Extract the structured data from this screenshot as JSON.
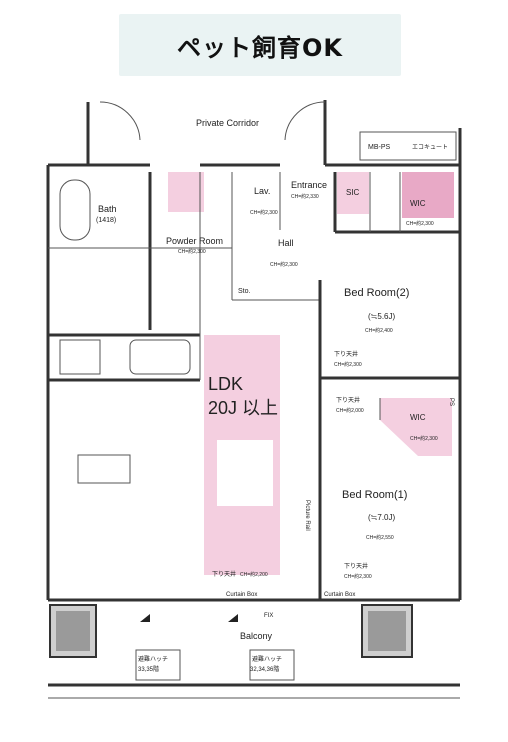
{
  "banner": {
    "text": "ペット飼育OK"
  },
  "plan": {
    "corridor": "Private Corridor",
    "mbps": "MB-PS",
    "mbps_note": "エコキュート",
    "entrance": "Entrance",
    "entrance_ch": "CH=約2,330",
    "sic": "SIC",
    "wic_top": "WIC",
    "wic_top_ch": "CH=約2,300",
    "lav": "Lav.",
    "lav_ch": "CH=約2,300",
    "bath": "Bath",
    "bath_size": "(1418)",
    "powder_room": "Powder Room",
    "powder_ch": "CH=約2,300",
    "hall": "Hall",
    "hall_ch": "CH=約2,300",
    "sto": "Sto.",
    "bed2": "Bed Room(2)",
    "bed2_size": "(≒5.6J)",
    "bed2_ch": "CH=約2,400",
    "bed2_soffit": "下り天井",
    "bed2_soffit_ch": "CH=約2,300",
    "ldk": "LDK",
    "ldk_size": "20J 以上",
    "ldk_soffit": "下り天井",
    "ldk_soffit_ch": "CH=約2,200",
    "mid_soffit": "下り天井",
    "mid_soffit_ch": "CH=約2,000",
    "wic_mid": "WIC",
    "wic_mid_ch": "CH=約2,300",
    "bed1": "Bed Room(1)",
    "bed1_size": "(≒7.0J)",
    "bed1_ch": "CH=約2,550",
    "bed1_soffit": "下り天井",
    "bed1_soffit_ch": "CH=約2,300",
    "picture_rail": "Picture Rail",
    "curtain_box_left": "Curtain Box",
    "curtain_box_right": "Curtain Box",
    "fix": "FIX",
    "balcony": "Balcony",
    "hatch_left": "避難ハッチ",
    "hatch_left_num": "33,35階",
    "hatch_right": "避難ハッチ",
    "hatch_right_num": "32,34,36階",
    "ps": "PS"
  }
}
